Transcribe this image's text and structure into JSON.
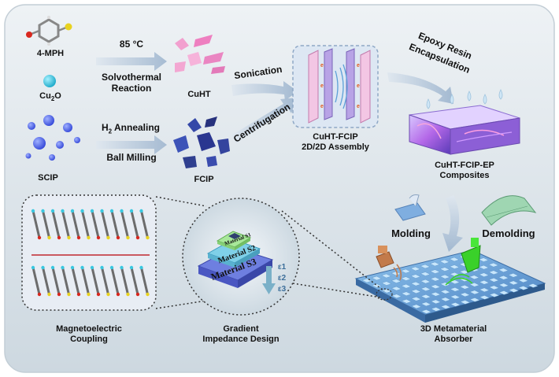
{
  "colors": {
    "background_top": "#e9eef2",
    "background_bottom": "#cfd9e1",
    "frame": "#b8c4cc",
    "arrow": "#a9bfd6",
    "arrow_dark": "#7f9bbd",
    "scip": "#4d64e8",
    "fcip": "#2f3f8f",
    "cuht": "#ee8cc6",
    "metamaterial_base": "#6fa9d6",
    "green_cone": "#3ad12a",
    "copper_horn": "#c27a4a",
    "dotted": "#333333",
    "pyramid_s3": "#6e7fe0",
    "pyramid_s2": "#7fd0e8",
    "pyramid_s1": "#a8e89a",
    "gradient_arrow": "#7ab0c8"
  },
  "icons": [
    "molecule-icon",
    "cu2o-sphere-icon",
    "scip-spheres-icon",
    "fcip-flakes-icon",
    "cuht-sheets-icon",
    "assembly-box-icon",
    "composite-block-icon",
    "molding-icon",
    "demolding-icon",
    "metamaterial-grid-icon",
    "horn-antenna-icon",
    "magnetoelectric-lattice-icon",
    "gradient-pyramid-icon"
  ],
  "labels": {
    "mph": "4-MPH",
    "cu2o_main": "Cu",
    "cu2o_sub": "2",
    "cu2o_end": "O",
    "temp": "85 °C",
    "solvothermal_1": "Solvothermal",
    "solvothermal_2": "Reaction",
    "cuht": "CuHT",
    "h2_main": "H",
    "h2_sub": "2",
    "h2_end": " Annealing",
    "ball_milling": "Ball Milling",
    "scip": "SCIP",
    "fcip": "FCIP",
    "sonication": "Sonication",
    "centrifugation": "Centrifugation",
    "assembly_1": "CuHT-FCIP",
    "assembly_2": "2D/2D Assembly",
    "epoxy_1": "Epoxy Resin",
    "epoxy_2": "Encapsulation",
    "composite_1": "CuHT-FCIP-EP",
    "composite_2": "Composites",
    "molding": "Molding",
    "demolding": "Demolding",
    "magneto_1": "Magnetoelectric",
    "magneto_2": "Coupling",
    "gradient_1": "Gradient",
    "gradient_2": "Impedance Design",
    "meta_1": "3D Metamaterial",
    "meta_2": "Absorber",
    "material_s1": "Material S1",
    "material_s2": "Material S2",
    "material_s3": "Material S3",
    "eps1": "ε1",
    "eps2": "ε2",
    "eps3": "ε3",
    "charge": "e"
  }
}
